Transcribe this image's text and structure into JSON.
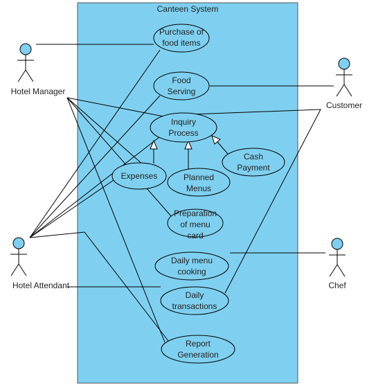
{
  "system": {
    "title": "Canteen System",
    "fill": "#7fd0f0",
    "stroke": "#555555"
  },
  "actors": {
    "hotel_manager": "Hotel Manager",
    "hotel_attendant": "Hotel Attendant",
    "customer": "Customer",
    "chef": "Chef"
  },
  "actor_color": "#7fd0f0",
  "use_cases": {
    "purchase": [
      "Purchase of",
      "food items"
    ],
    "food_serving": [
      "Food",
      "Serving"
    ],
    "inquiry": [
      "Inquiry",
      "Process"
    ],
    "cash_payment": [
      "Cash",
      "Payment"
    ],
    "expenses": [
      "Expenses"
    ],
    "planned_menus": [
      "Planned",
      "Menus"
    ],
    "preparation": [
      "Preparation",
      "of menu",
      "card"
    ],
    "daily_menu": [
      "Daily menu",
      "cooking"
    ],
    "daily_transactions": [
      "Daily",
      "transactions"
    ],
    "report": [
      "Report",
      "Generation"
    ]
  }
}
